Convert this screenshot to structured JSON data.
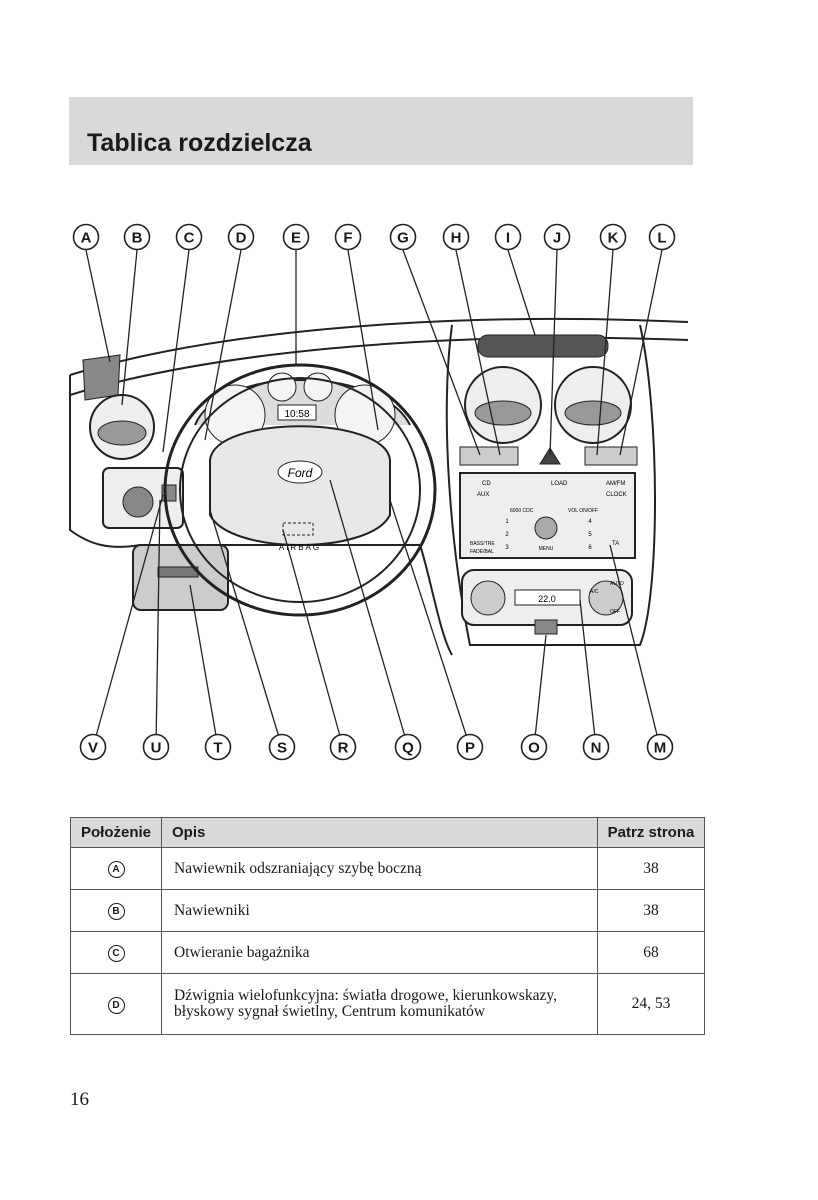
{
  "page": {
    "title": "Tablica rozdzielcza",
    "page_number": "16"
  },
  "diagram": {
    "top_callouts": [
      "A",
      "B",
      "C",
      "D",
      "E",
      "F",
      "G",
      "H",
      "I",
      "J",
      "K",
      "L"
    ],
    "bottom_callouts": [
      "V",
      "U",
      "T",
      "S",
      "R",
      "Q",
      "P",
      "O",
      "N",
      "M"
    ],
    "labels": {
      "brand": "Ford",
      "airbag": "AIRBAG",
      "clock": "10:58",
      "radio_cd": "CD",
      "radio_load": "LOAD",
      "radio_amfm": "AM/FM",
      "radio_aux": "AUX",
      "radio_clock": "CLOCK",
      "radio_model": "6000 CDC",
      "radio_vol": "VOL ON/OFF",
      "radio_bass": "BASS/TRE",
      "radio_fade": "FADE/BAL",
      "radio_menu": "MENU",
      "radio_ta": "TA",
      "presets": [
        "1",
        "2",
        "3",
        "4",
        "5",
        "6"
      ],
      "climate_display": "22.0",
      "climate_auto": "AUTO",
      "climate_off": "OFF",
      "climate_a": "A/C"
    }
  },
  "table": {
    "headers": [
      "Położenie",
      "Opis",
      "Patrz strona"
    ],
    "rows": [
      {
        "position": "A",
        "description": "Nawiewnik odszraniający szybę boczną",
        "page": "38"
      },
      {
        "position": "B",
        "description": "Nawiewniki",
        "page": "38"
      },
      {
        "position": "C",
        "description": "Otwieranie bagażnika",
        "page": "68"
      },
      {
        "position": "D",
        "description": "Dźwignia wielofunkcyjna: światła drogowe, kierunkowskazy, błyskowy sygnał świetlny, Centrum komunikatów",
        "page": "24, 53"
      }
    ]
  }
}
